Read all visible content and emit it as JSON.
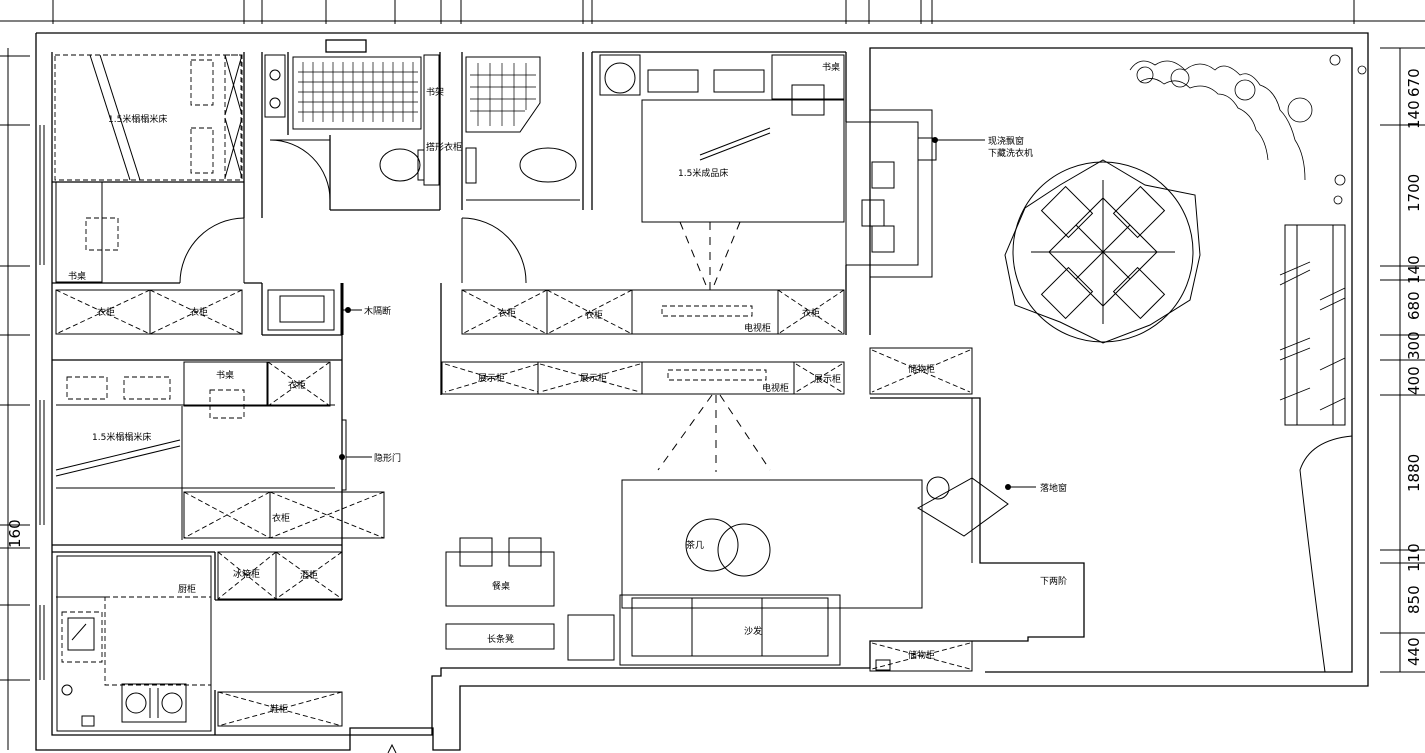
{
  "title": "",
  "rooms": {
    "bedroom_nw_bed": "1.5米榻榻米床",
    "bedroom_w_bed": "1.5米榻榻米床",
    "master_bed": "1.5米成品床"
  },
  "furniture": {
    "desk": "书桌",
    "wardrobe": "衣柜",
    "shoe_cabinet": "鞋柜",
    "tv_cabinet": "电视柜",
    "display_cabinet": "展示柜",
    "storage_cabinet": "储物柜",
    "tea_table": "茶几",
    "sofa": "沙发",
    "dining_table": "餐桌",
    "bench": "长条凳",
    "kitchen_cabinet": "厨柜",
    "fridge_cabinet": "冰箱柜",
    "wine_cabinet": "酒柜",
    "book_shelf": "书架",
    "toilet_paper_rack": "搭形衣柜"
  },
  "annotations": {
    "wood_partition": "木隔断",
    "hidden_door": "隐形门",
    "bay_window_line1": "现浇飘窗",
    "bay_window_line2": "下藏洗衣机",
    "floor_window": "落地窗",
    "two_steps_down": "下两阶"
  },
  "dimensions": {
    "right": [
      "670",
      "140",
      "1700",
      "140",
      "680",
      "300",
      "400",
      "1880",
      "110",
      "850",
      "440"
    ],
    "left": [
      "160"
    ]
  }
}
